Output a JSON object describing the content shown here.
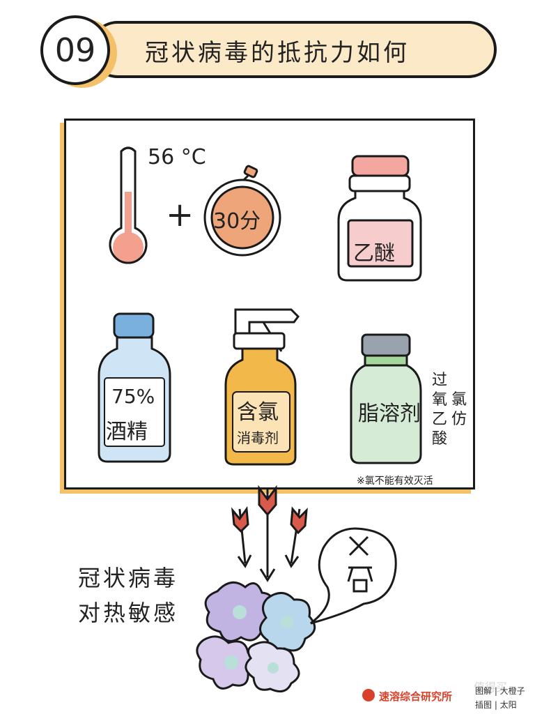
{
  "header": {
    "number": "09",
    "title": "冠状病毒的抵抗力如何"
  },
  "methods": {
    "temperature": "56 °C",
    "plus": "+",
    "timer": "30分",
    "ether": "乙醚",
    "alcohol_percent": "75%",
    "alcohol_name": "酒精",
    "chlorine_line1": "含氯",
    "chlorine_line2": "消毒剂",
    "lipid_solvent": "脂溶剂",
    "side_col1": "过氧乙酸",
    "side_col2": "氯仿",
    "note": "※氯不能有效灭活"
  },
  "virus": {
    "sensitivity_line1": "冠状病毒",
    "sensitivity_line2": "对热敏感"
  },
  "footer": {
    "brand": "速溶综合研究所",
    "credit_line1": "图解 | 大橙子",
    "credit_line2": "插图 | 太阳",
    "watermark": "值得买"
  },
  "colors": {
    "accent": "#f4c06a",
    "title_bg": "#fbe9c8",
    "thermo_bulb": "#f3a08f",
    "timer_fill": "#eea57a",
    "ether_cap": "#f4a6a0",
    "alcohol_cap": "#7ab0de",
    "alcohol_body": "#cfe4f4",
    "spray_fill": "#f2b84a",
    "lipid_cap": "#9aa3ad",
    "lipid_body": "#d6ebd5",
    "arrow": "#d85a4a",
    "virus": "#b4a6d8"
  }
}
